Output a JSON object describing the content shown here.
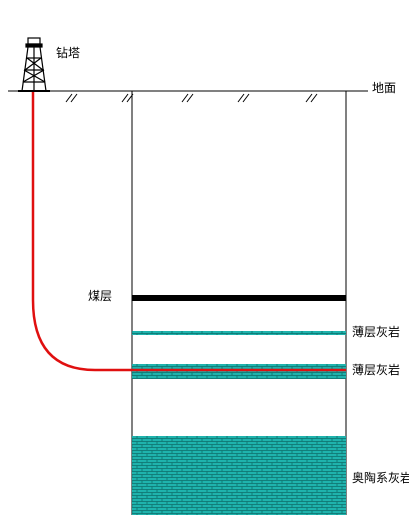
{
  "labels": {
    "rig": "钻塔",
    "ground": "地面",
    "coal_seam": "煤层",
    "thin_limestone_upper": "薄层灰岩",
    "thin_limestone_lower": "薄层灰岩",
    "ordovician_limestone": "奥陶系灰岩"
  },
  "colors": {
    "borehole": "#e01010",
    "coal_seam": "#000000",
    "limestone_fill": "#1fb3ad",
    "limestone_brick": "#0d6e6a",
    "outline": "#000000"
  }
}
